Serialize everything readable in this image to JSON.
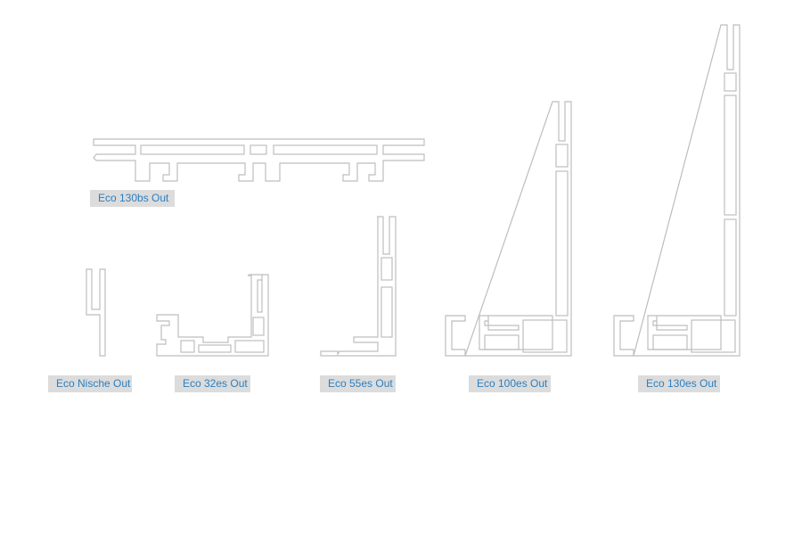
{
  "profiles": [
    {
      "id": "eco-130bs-out",
      "label": "Eco 130bs Out"
    },
    {
      "id": "eco-nische-out",
      "label": "Eco Nische Out"
    },
    {
      "id": "eco-32es-out",
      "label": "Eco 32es Out"
    },
    {
      "id": "eco-55es-out",
      "label": "Eco 55es Out"
    },
    {
      "id": "eco-100es-out",
      "label": "Eco 100es Out"
    },
    {
      "id": "eco-130es-out",
      "label": "Eco 130es Out"
    }
  ],
  "colors": {
    "outline": "#bdbdbd",
    "label_background": "#dcdcdc",
    "label_text": "#2a7fc1",
    "background": "#ffffff"
  }
}
